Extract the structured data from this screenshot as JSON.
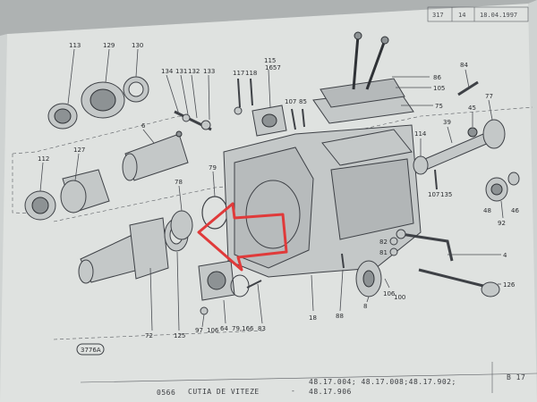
{
  "header": {
    "cells": [
      "317",
      "14",
      "18.04.1997"
    ]
  },
  "callouts": [
    {
      "id": "l113",
      "text": "113"
    },
    {
      "id": "l129",
      "text": "129"
    },
    {
      "id": "l130",
      "text": "130"
    },
    {
      "id": "l134",
      "text": "134"
    },
    {
      "id": "l131",
      "text": "131"
    },
    {
      "id": "l132",
      "text": "132"
    },
    {
      "id": "l133",
      "text": "133"
    },
    {
      "id": "l117",
      "text": "117"
    },
    {
      "id": "l118",
      "text": "118"
    },
    {
      "id": "l115",
      "text": "115"
    },
    {
      "id": "l1657",
      "text": "1657"
    },
    {
      "id": "l107a",
      "text": "107"
    },
    {
      "id": "l85",
      "text": "85"
    },
    {
      "id": "l86",
      "text": "86"
    },
    {
      "id": "l105",
      "text": "105"
    },
    {
      "id": "l75",
      "text": "75"
    },
    {
      "id": "l84",
      "text": "84"
    },
    {
      "id": "l77",
      "text": "77"
    },
    {
      "id": "l45",
      "text": "45"
    },
    {
      "id": "l39",
      "text": "39"
    },
    {
      "id": "l6",
      "text": "6"
    },
    {
      "id": "l114",
      "text": "114"
    },
    {
      "id": "l112",
      "text": "112"
    },
    {
      "id": "l127",
      "text": "127"
    },
    {
      "id": "l79",
      "text": "79"
    },
    {
      "id": "l78",
      "text": "78"
    },
    {
      "id": "l107b",
      "text": "107"
    },
    {
      "id": "l135",
      "text": "135"
    },
    {
      "id": "l48",
      "text": "48"
    },
    {
      "id": "l46",
      "text": "46"
    },
    {
      "id": "l92",
      "text": "92"
    },
    {
      "id": "l82",
      "text": "82"
    },
    {
      "id": "l81",
      "text": "81"
    },
    {
      "id": "l4",
      "text": "4"
    },
    {
      "id": "l126",
      "text": "126"
    },
    {
      "id": "l106a",
      "text": "106"
    },
    {
      "id": "l100",
      "text": "100"
    },
    {
      "id": "l8",
      "text": "8"
    },
    {
      "id": "l88",
      "text": "88"
    },
    {
      "id": "l18",
      "text": "18"
    },
    {
      "id": "l83",
      "text": "83"
    },
    {
      "id": "l79166",
      "text": "79,166"
    },
    {
      "id": "l64",
      "text": "64"
    },
    {
      "id": "l106b",
      "text": "106"
    },
    {
      "id": "l97",
      "text": "97"
    },
    {
      "id": "l72",
      "text": "72"
    },
    {
      "id": "l125",
      "text": "125"
    }
  ],
  "figure_ref": "3776A",
  "footer": {
    "code": "0566",
    "title": "CUTIA DE VITEZE",
    "dash": "-",
    "refs_line1": "48.17.004; 48.17.008;48.17.902;",
    "refs_line2": "48.17.906",
    "page": "B 17"
  },
  "colors": {
    "paper": "#dfe2e0",
    "ink": "#3e4146",
    "arrow": "#e03a3a"
  }
}
